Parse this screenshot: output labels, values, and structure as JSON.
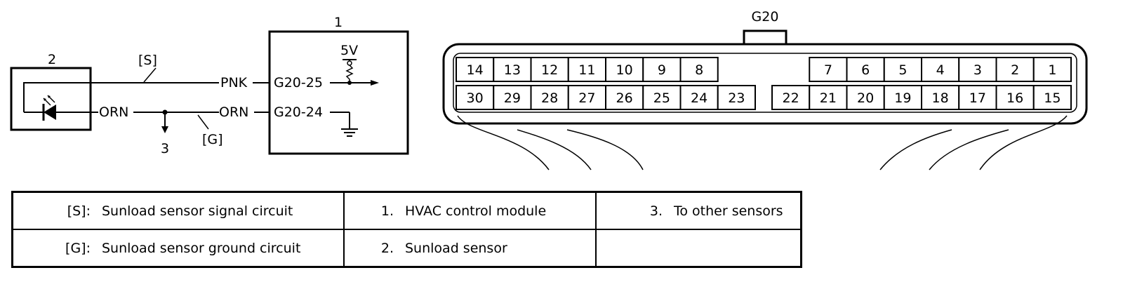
{
  "schematic": {
    "module_number": "1",
    "sensor_number": "2",
    "signal_tag": "[S]",
    "ground_tag": "[G]",
    "other_sensors_number": "3",
    "signal_wire_color": "PNK",
    "ground_wire_color_sensor_side": "ORN",
    "ground_wire_color_module_side": "ORN",
    "signal_pin": "G20-25",
    "ground_pin": "G20-24",
    "reference_voltage": "5V"
  },
  "connector": {
    "name": "G20",
    "top_row": [
      "14",
      "13",
      "12",
      "11",
      "10",
      "9",
      "8",
      "",
      "",
      "7",
      "6",
      "5",
      "4",
      "3",
      "2",
      "1"
    ],
    "bottom_row": [
      "30",
      "29",
      "28",
      "27",
      "26",
      "25",
      "24",
      "23",
      "22",
      "21",
      "20",
      "19",
      "18",
      "17",
      "16",
      "15"
    ]
  },
  "legend": {
    "rows": [
      [
        {
          "key": "[S]:",
          "desc": "Sunload sensor signal circuit"
        },
        {
          "key": "1.",
          "desc": "HVAC control module"
        },
        {
          "key": "3.",
          "desc": "To other sensors"
        }
      ],
      [
        {
          "key": "[G]:",
          "desc": "Sunload sensor ground circuit"
        },
        {
          "key": "2.",
          "desc": "Sunload sensor"
        },
        {
          "key": "",
          "desc": ""
        }
      ]
    ]
  }
}
